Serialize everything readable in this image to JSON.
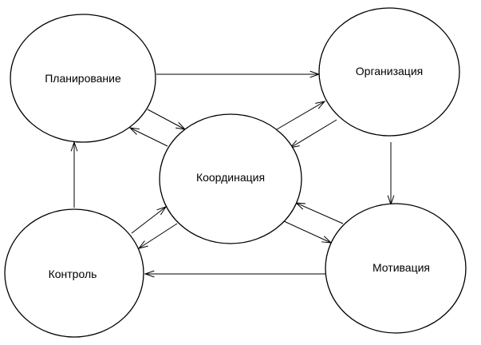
{
  "diagram": {
    "nodes": {
      "planning": {
        "label": "Планирование"
      },
      "organization": {
        "label": "Организация"
      },
      "coordination": {
        "label": "Координация"
      },
      "control": {
        "label": "Контроль"
      },
      "motivation": {
        "label": "Мотивация"
      }
    },
    "edges": [
      {
        "from": "planning",
        "to": "organization"
      },
      {
        "from": "organization",
        "to": "motivation"
      },
      {
        "from": "motivation",
        "to": "control"
      },
      {
        "from": "control",
        "to": "planning"
      },
      {
        "from": "planning",
        "to": "coordination"
      },
      {
        "from": "coordination",
        "to": "planning"
      },
      {
        "from": "coordination",
        "to": "organization"
      },
      {
        "from": "organization",
        "to": "coordination"
      },
      {
        "from": "coordination",
        "to": "motivation"
      },
      {
        "from": "motivation",
        "to": "coordination"
      },
      {
        "from": "coordination",
        "to": "control"
      },
      {
        "from": "control",
        "to": "coordination"
      }
    ],
    "colors": {
      "stroke": "#000000",
      "fill": "#ffffff",
      "background": "#ffffff"
    }
  }
}
